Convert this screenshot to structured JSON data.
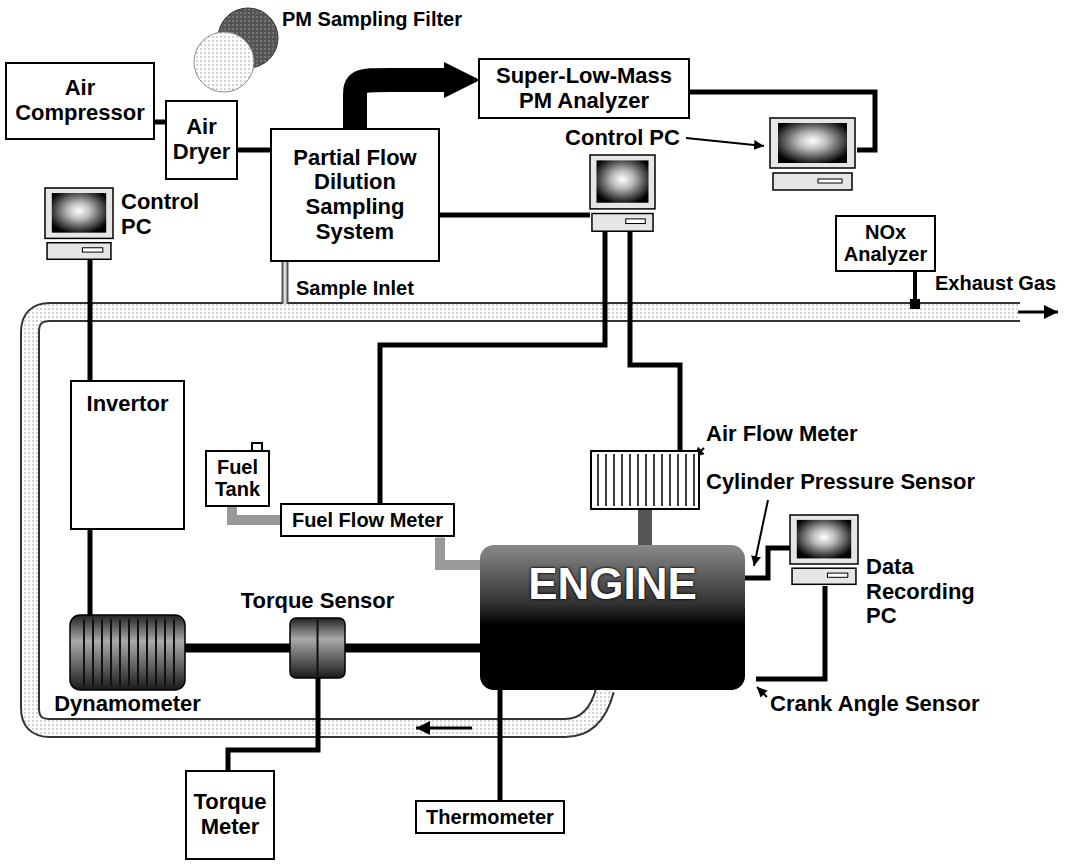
{
  "diagram": {
    "nodes": [
      {
        "text": [
          "Air Compressor"
        ]
      },
      {
        "text": [
          "Air Dryer"
        ]
      },
      {
        "text": [
          "Partial Flow Dilution Sampling System"
        ]
      },
      {
        "text": [
          "Super-Low-Mass PM Analyzer"
        ]
      },
      {
        "text": [
          "Control PC"
        ]
      },
      {
        "text": [
          "Control PC"
        ]
      },
      {
        "text": [
          "NOx Analyzer"
        ]
      },
      {
        "text": [
          "Invertor"
        ]
      },
      {
        "text": [
          "Fuel Tank"
        ]
      },
      {
        "text": [
          "Fuel Flow Meter"
        ]
      },
      {
        "text": [
          "Air Flow Meter"
        ]
      },
      {
        "text": [
          "ENGINE"
        ]
      },
      {
        "text": [
          "Data Recording PC"
        ]
      },
      {
        "text": [
          "Torque Sensor"
        ]
      },
      {
        "text": [
          "Dynamometer"
        ]
      },
      {
        "text": [
          "Torque Meter"
        ]
      },
      {
        "text": [
          "Thermometer"
        ]
      }
    ],
    "edges": [
      {
        "from": 0,
        "to": 1,
        "arrow": "none"
      },
      {
        "from": 1,
        "to": 2,
        "arrow": "none"
      },
      {
        "from": 2,
        "to": 4,
        "arrow": "none"
      },
      {
        "from": 2,
        "to": 3,
        "arrow": "to"
      },
      {
        "from": 4,
        "to": 9,
        "arrow": "none"
      },
      {
        "from": 4,
        "to": 10,
        "arrow": "none"
      },
      {
        "from": 5,
        "to": 7,
        "arrow": "none"
      },
      {
        "from": 7,
        "to": 14,
        "arrow": "none"
      },
      {
        "from": 8,
        "to": 9,
        "arrow": "none"
      },
      {
        "from": 9,
        "to": 11,
        "arrow": "none"
      },
      {
        "from": 10,
        "to": 11,
        "arrow": "none"
      },
      {
        "from": 12,
        "to": 11,
        "arrow": "none"
      },
      {
        "from": 14,
        "to": 13,
        "arrow": "none"
      },
      {
        "from": 13,
        "to": 11,
        "arrow": "none"
      },
      {
        "from": 13,
        "to": 15,
        "arrow": "none"
      },
      {
        "from": 16,
        "to": 11,
        "arrow": "none"
      }
    ],
    "labels": [
      "PM Sampling Filter",
      "Sample Inlet",
      "Exhaust Gas",
      "Cylinder Pressure Sensor",
      "Crank Angle Sensor"
    ]
  }
}
